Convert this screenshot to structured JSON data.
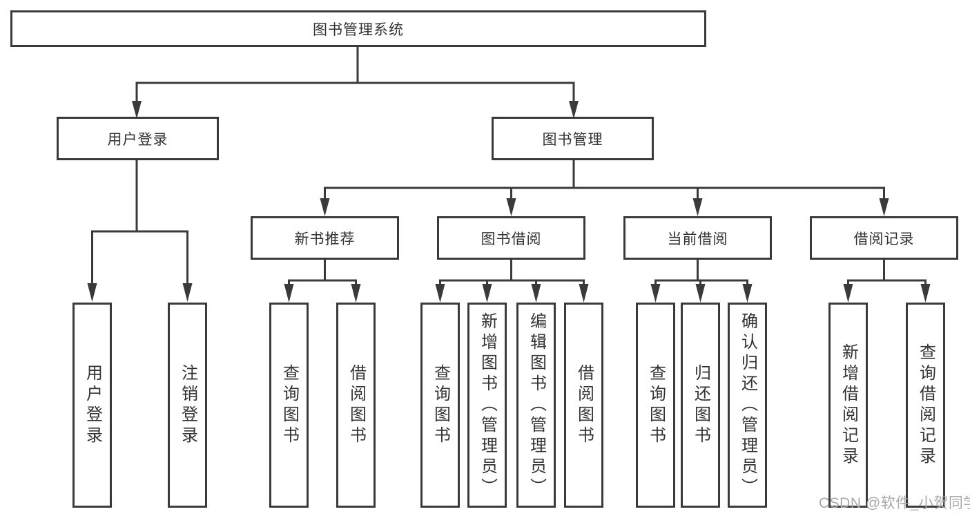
{
  "colors": {
    "line": "#3a3a3a",
    "box_border": "#3a3a3a",
    "text": "#333333",
    "background": "#ffffff",
    "watermark": "#a9a9a9"
  },
  "watermark": {
    "text": "CSDN @软件_小贺同学"
  },
  "tree": {
    "label": "图书管理系统",
    "children": [
      {
        "label": "用户登录",
        "children": [
          {
            "label": "用户登录"
          },
          {
            "label": "注销登录"
          }
        ]
      },
      {
        "label": "图书管理",
        "children": [
          {
            "label": "新书推荐",
            "children": [
              {
                "label": "查询图书"
              },
              {
                "label": "借阅图书"
              }
            ]
          },
          {
            "label": "图书借阅",
            "children": [
              {
                "label": "查询图书"
              },
              {
                "label": "新增图书（管理员）"
              },
              {
                "label": "编辑图书（管理员）"
              },
              {
                "label": "借阅图书"
              }
            ]
          },
          {
            "label": "当前借阅",
            "children": [
              {
                "label": "查询图书"
              },
              {
                "label": "归还图书"
              },
              {
                "label": "确认归还（管理员）"
              }
            ]
          },
          {
            "label": "借阅记录",
            "children": [
              {
                "label": "新增借阅记录"
              },
              {
                "label": "查询借阅记录"
              }
            ]
          }
        ]
      }
    ]
  }
}
